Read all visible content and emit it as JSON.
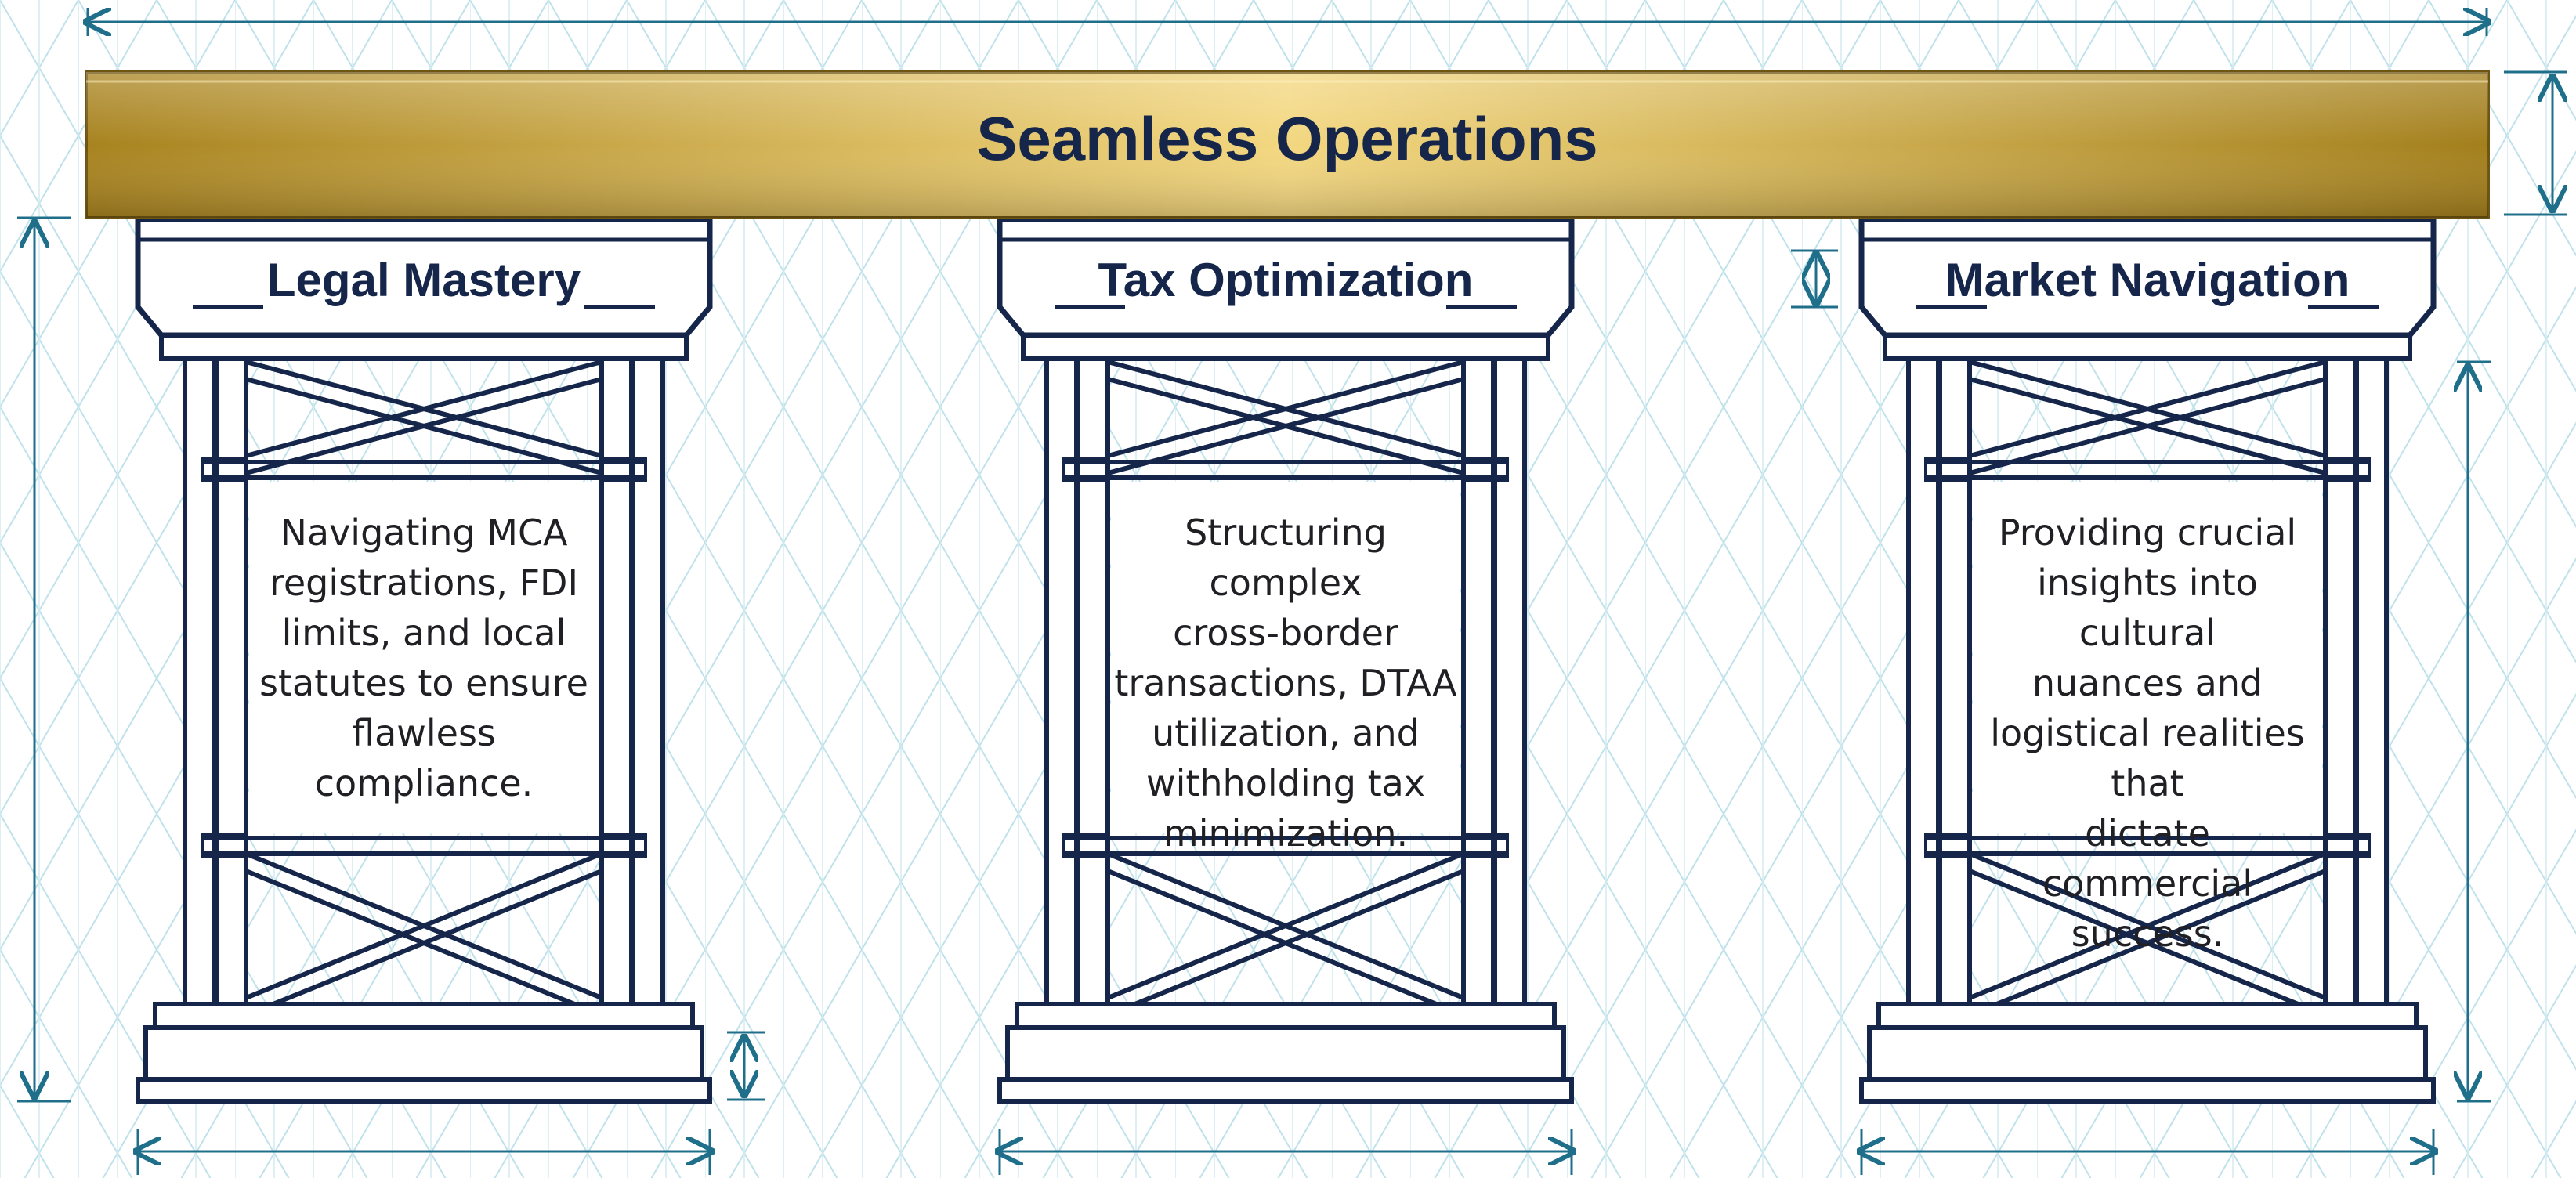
{
  "beam": {
    "title": "Seamless Operations"
  },
  "pillars": [
    {
      "name": "Legal Mastery",
      "description": "Navigating MCA\nregistrations, FDI\nlimits, and local\nstatutes to ensure\nflawless\ncompliance."
    },
    {
      "name": "Tax Optimization",
      "description": "Structuring complex\ncross-border\ntransactions, DTAA\nutilization, and\nwithholding tax\nminimization."
    },
    {
      "name": "Market Navigation",
      "description": "Providing crucial\ninsights into cultural\nnuances and\nlogistical realities that\ndictate commercial\nsuccess."
    }
  ],
  "colors": {
    "navy": "#15264a",
    "gold_light": "#f3d780",
    "gold_dark": "#9f7c1c",
    "grid": "#bfe2ea",
    "dimension": "#1f6f8b"
  }
}
